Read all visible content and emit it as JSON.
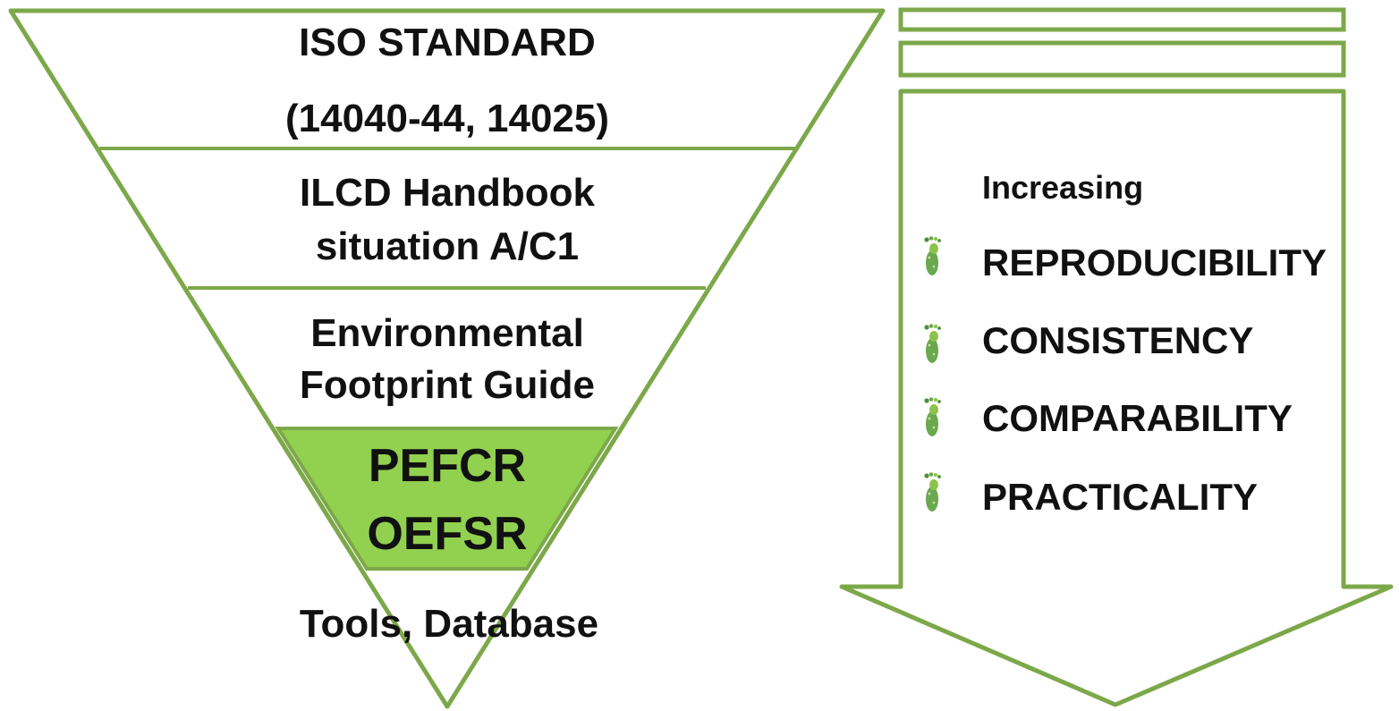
{
  "funnel": {
    "tiers": [
      {
        "lines": [
          "ISO STANDARD",
          "(14040-44, 14025)"
        ],
        "highlighted": false
      },
      {
        "lines": [
          "ILCD Handbook",
          "situation A/C1"
        ],
        "highlighted": false
      },
      {
        "lines": [
          "Environmental",
          "Footprint Guide"
        ],
        "highlighted": false
      },
      {
        "lines": [
          "PEFCR",
          "OEFSR"
        ],
        "highlighted": true
      },
      {
        "lines": [
          "Tools, Database"
        ],
        "highlighted": false
      }
    ]
  },
  "arrow": {
    "heading": "Increasing",
    "items": [
      {
        "label": "REPRODUCIBILITY",
        "icon": "footprint-icon"
      },
      {
        "label": "CONSISTENCY",
        "icon": "footprint-icon"
      },
      {
        "label": "COMPARABILITY",
        "icon": "footprint-icon"
      },
      {
        "label": "PRACTICALITY",
        "icon": "footprint-icon"
      }
    ]
  },
  "colors": {
    "outline": "#7da84a",
    "highlight_fill": "#92d050",
    "text": "#111111",
    "background": "#ffffff"
  }
}
